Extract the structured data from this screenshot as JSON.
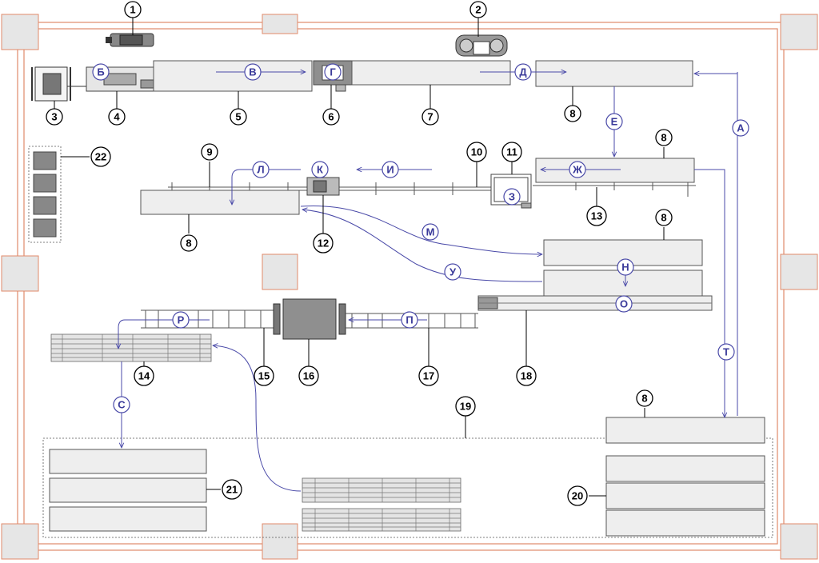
{
  "diagram": {
    "equipment_numbers": [
      "1",
      "2",
      "3",
      "4",
      "5",
      "6",
      "7",
      "8",
      "9",
      "10",
      "11",
      "12",
      "13",
      "14",
      "15",
      "16",
      "17",
      "18",
      "19",
      "20",
      "21",
      "22"
    ],
    "stage_letters": [
      "А",
      "Б",
      "В",
      "Г",
      "Д",
      "Е",
      "Ж",
      "З",
      "И",
      "К",
      "Л",
      "М",
      "Н",
      "О",
      "П",
      "Р",
      "С",
      "Т",
      "У"
    ]
  }
}
